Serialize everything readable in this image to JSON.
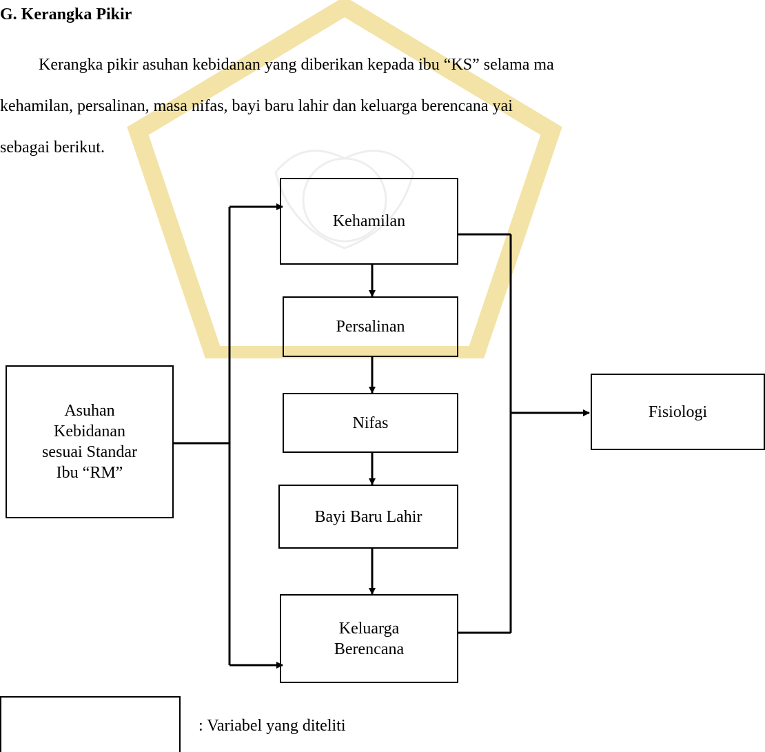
{
  "heading": "G.  Kerangka Pikir",
  "paragraph": {
    "lines": [
      "Kerangka pikir asuhan kebidanan yang diberikan kepada ibu “KS” selama ma",
      "kehamilan, persalinan, masa nifas, bayi baru lahir dan keluarga berencana yai",
      "sebagai berikut."
    ]
  },
  "diagram": {
    "input_box": [
      "Asuhan",
      "Kebidanan",
      "sesuai Standar",
      "Ibu “RM”"
    ],
    "stages": [
      {
        "label": [
          "Kehamilan"
        ]
      },
      {
        "label": [
          "Persalinan"
        ]
      },
      {
        "label": [
          "Nifas"
        ]
      },
      {
        "label": [
          "Bayi Baru Lahir"
        ]
      },
      {
        "label": [
          "Keluarga",
          "Berencana"
        ]
      }
    ],
    "output_box": "Fisiologi"
  },
  "legend": {
    "text": ": Variabel yang diteliti"
  },
  "colors": {
    "line": "#000000",
    "watermark": "#f3e2a0"
  }
}
